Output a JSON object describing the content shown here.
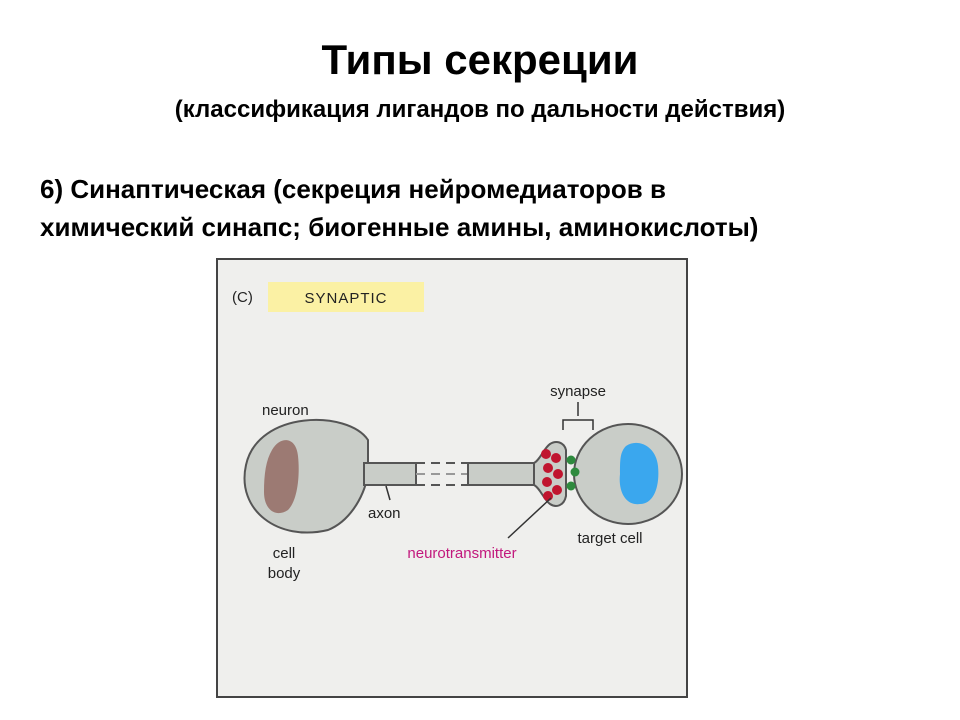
{
  "slide": {
    "title": "Типы секреции",
    "subtitle": "(классификация лигандов по дальности действия)",
    "point_line1": "6) Синаптическая (секреция нейромедиаторов в",
    "point_line2": "химический синапс; биогенные амины, аминокислоты)"
  },
  "figure": {
    "panel_letter": "(C)",
    "panel_title": "SYNAPTIC",
    "labels": {
      "neuron": "neuron",
      "axon": "axon",
      "cell": "cell",
      "body": "body",
      "synapse": "synapse",
      "neurotransmitter": "neurotransmitter",
      "target_cell": "target cell"
    },
    "colors": {
      "title_box": "#fbf1a4",
      "cell_fill": "#c9cdc8",
      "nucleus_neuron": "#9c7a73",
      "nucleus_target": "#3aa7ee",
      "vesicle": "#c0152f",
      "receptor": "#2e8a3e",
      "neurotransmitter_label": "#c2187d"
    }
  }
}
